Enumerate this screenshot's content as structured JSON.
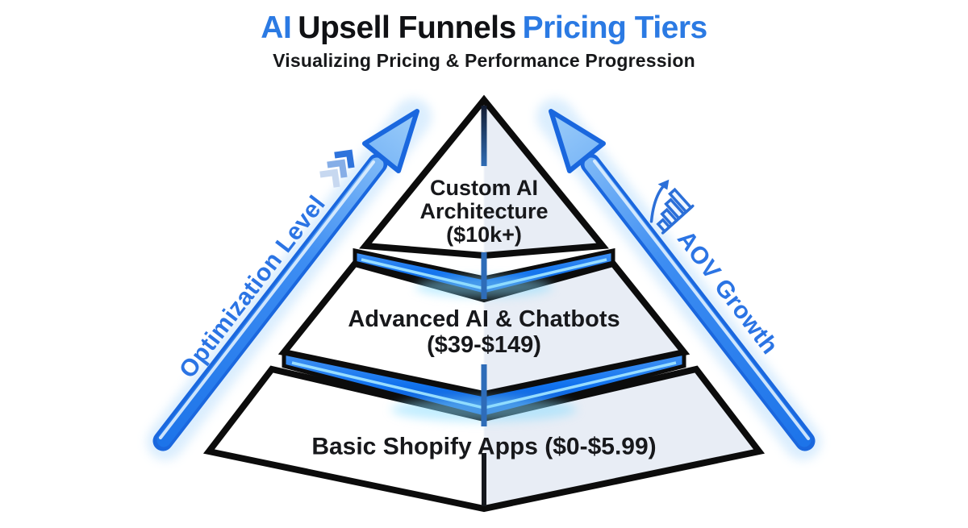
{
  "header": {
    "title_part1": "AI",
    "title_part2": "Upsell Funnels",
    "title_part3": "Pricing Tiers",
    "subtitle": "Visualizing Pricing & Performance Progression"
  },
  "pyramid": {
    "tier1": {
      "line1": "Custom AI",
      "line2": "Architecture",
      "line3": "($10k+)"
    },
    "tier2": {
      "line1": "Advanced AI & Chatbots",
      "line2": "($39-$149)"
    },
    "tier3": {
      "line1": "Basic Shopify Apps ($0-$5.99)"
    }
  },
  "arrows": {
    "left_label": "Optimization Level",
    "right_label": "AOV Growth"
  },
  "icons": {
    "left_arrow_icon": "fast-forward-chevrons-icon",
    "right_arrow_icon": "bar-chart-growth-icon"
  },
  "colors": {
    "accent_blue": "#2b7ae3",
    "band_blue": "#1172ee",
    "glow_cyan": "#86dcff",
    "outline_black": "#0c0c0c",
    "face_left": "#ffffff",
    "face_right": "#e8edf5",
    "arrow_outline": "#1a67de",
    "arrow_fill_light": "#9ccdf9",
    "label_blue": "#2b74e4"
  }
}
